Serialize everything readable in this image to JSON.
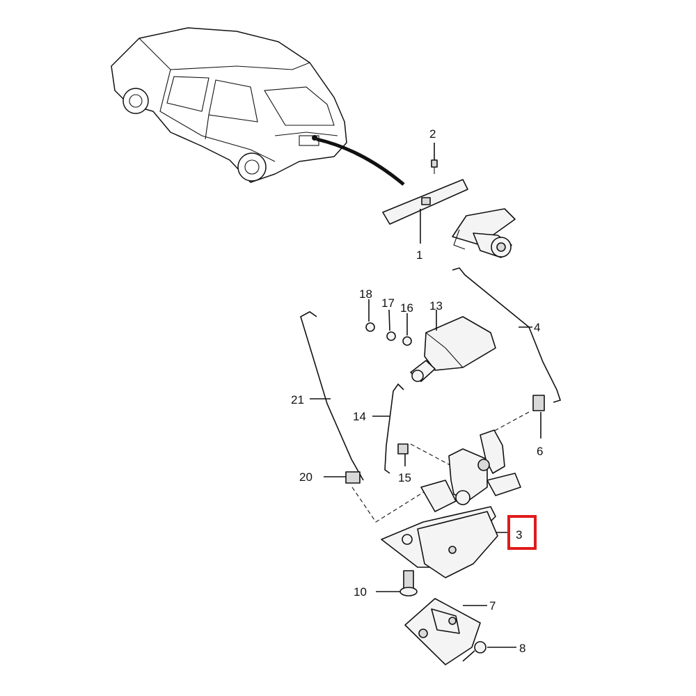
{
  "callouts": {
    "c1": "1",
    "c2": "2",
    "c3": "3",
    "c4": "4",
    "c6": "6",
    "c7": "7",
    "c8": "8",
    "c10": "10",
    "c13": "13",
    "c14": "14",
    "c15": "15",
    "c16": "16",
    "c17": "17",
    "c18": "18",
    "c20": "20",
    "c21": "21"
  },
  "highlight": {
    "callout_ref": "3",
    "color": "#e01b1b"
  }
}
